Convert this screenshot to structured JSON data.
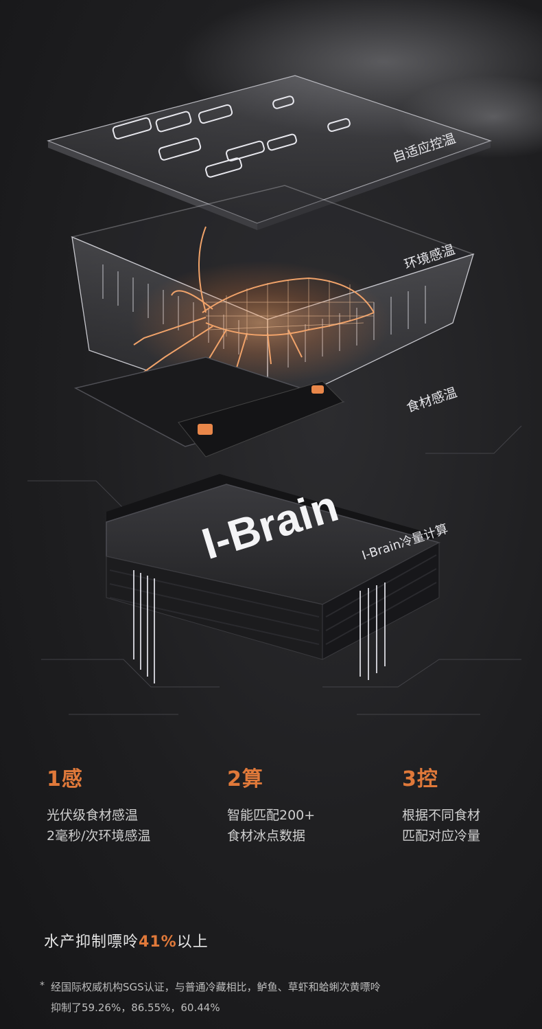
{
  "hero": {
    "layer_labels": {
      "adaptive": "自适应控温",
      "environment": "环境感温",
      "ingredient": "食材感温",
      "brain_calc": "I-Brain冷量计算"
    },
    "chip_logo": "I-Brain"
  },
  "features": [
    {
      "title": "1感",
      "line1": "光伏级食材感温",
      "line2": "2毫秒/次环境感温"
    },
    {
      "title": "2算",
      "line1": "智能匹配200+",
      "line2": "食材冰点数据"
    },
    {
      "title": "3控",
      "line1": "根据不同食材",
      "line2": "匹配对应冷量"
    }
  ],
  "summary": {
    "prefix": "水产抑制嘌呤",
    "highlight": "41%",
    "suffix": "以上"
  },
  "footnote": {
    "star": "*",
    "line1": "经国际权威机构SGS认证，与普通冷藏相比，鲈鱼、草虾和蛤蜊次黄嘌呤",
    "line2": "抑制了59.26%，86.55%，60.44%"
  },
  "colors": {
    "accent": "#e0793a",
    "background": "#1e1e20",
    "text": "#cfcfcf"
  }
}
